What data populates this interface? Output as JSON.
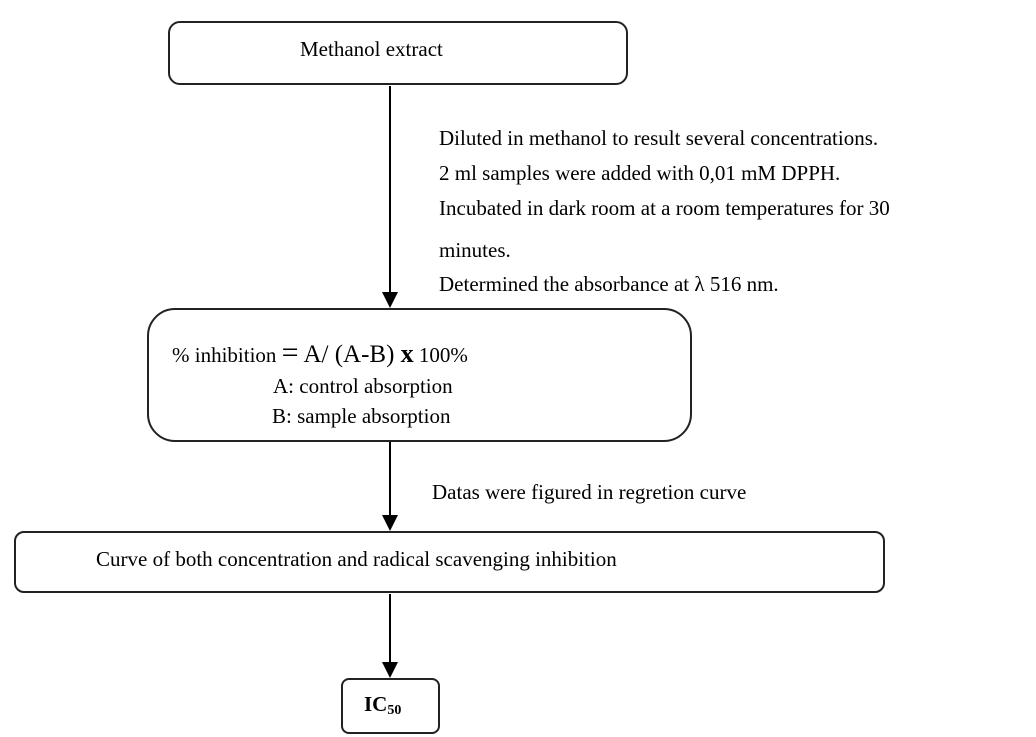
{
  "diagram": {
    "start": {
      "label": "Methanol extract"
    },
    "step1_notes": [
      "Diluted in methanol to result several concentrations.",
      "2 ml samples were added with 0,01  mM DPPH.",
      "Incubated in dark room at a room temperatures for 30",
      "minutes.",
      "Determined the absorbance at λ 516  nm."
    ],
    "formula": {
      "prefix": "% inhibition ",
      "equals": "=",
      "expression": " A/ (A-B) ",
      "times": "x",
      "suffix": " 100%",
      "def_a": "A: control absorption",
      "def_b": "B:  sample absorption"
    },
    "step2_note": "Datas were figured  in regretion curve",
    "curve_box": {
      "label": "Curve of  both  concentration and radical scavenging inhibition"
    },
    "result": {
      "base": "IC",
      "subscript": "50"
    }
  }
}
